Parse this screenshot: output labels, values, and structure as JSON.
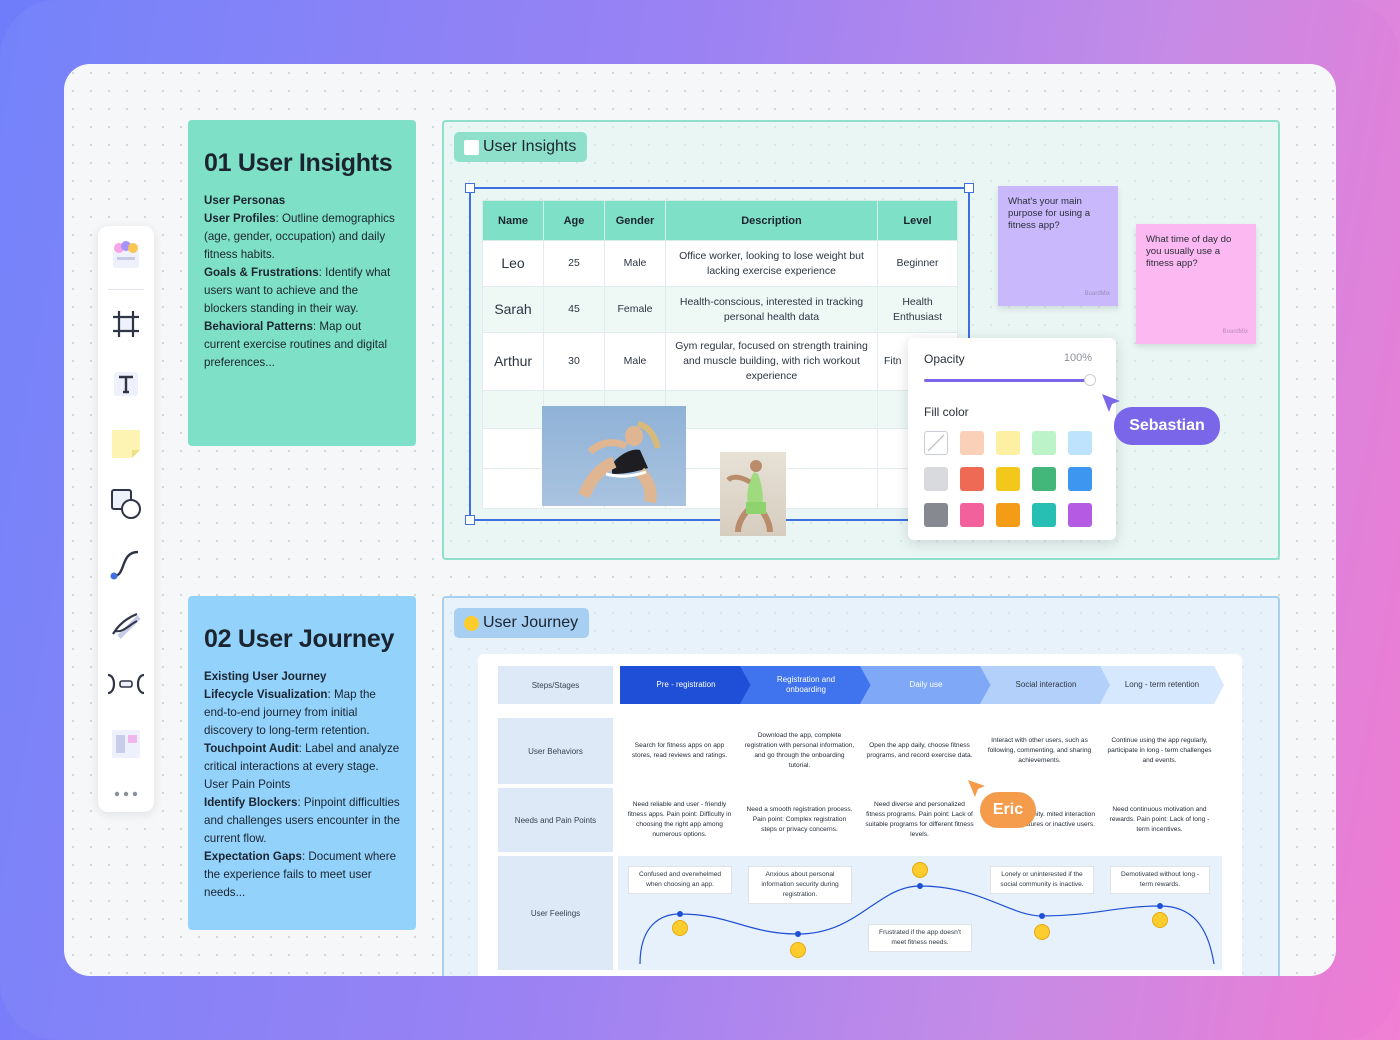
{
  "card1": {
    "title": "01 User Insights",
    "lines": [
      {
        "b": "User Personas",
        "t": ""
      },
      {
        "b": "User Profiles",
        "t": ": Outline demographics (age, gender, occupation) and daily fitness habits."
      },
      {
        "b": "Goals & Frustrations",
        "t": ": Identify what users want to achieve and the blockers standing in their way."
      },
      {
        "b": "Behavioral Patterns",
        "t": ": Map out current exercise routines and digital preferences..."
      }
    ]
  },
  "card2": {
    "title": "02 User Journey",
    "lines": [
      {
        "b": "Existing User Journey",
        "t": ""
      },
      {
        "b": "Lifecycle Visualization",
        "t": ": Map the end-to-end journey from initial discovery to long-term retention."
      },
      {
        "b": "Touchpoint Audit",
        "t": ": Label and analyze critical interactions at every stage."
      },
      {
        "b": "",
        "t": "User Pain Points"
      },
      {
        "b": "Identify Blockers",
        "t": ": Pinpoint difficulties and challenges users encounter in the current flow."
      },
      {
        "b": "Expectation Gaps",
        "t": ": Document where the experience fails to meet user needs..."
      }
    ]
  },
  "frame1": {
    "tag": "User Insights"
  },
  "frame2": {
    "tag": "User Journey"
  },
  "table": {
    "headers": [
      "Name",
      "Age",
      "Gender",
      "Description",
      "Level"
    ],
    "rows": [
      [
        "Leo",
        "25",
        "Male",
        "Office worker, looking to lose weight but lacking exercise experience",
        "Beginner"
      ],
      [
        "Sarah",
        "45",
        "Female",
        "Health-conscious, interested in tracking personal health data",
        "Health Enthusiast"
      ],
      [
        "Arthur",
        "30",
        "Male",
        "Gym regular, focused on strength training and muscle building, with rich workout experience",
        "Fitn"
      ]
    ]
  },
  "stickies": [
    {
      "text": "What's your main purpose for using a fitness app?",
      "brand": "BoardMix",
      "color": "#c9b8fb"
    },
    {
      "text": "What time of day do you usually use a fitness app?",
      "brand": "BoardMix",
      "color": "#fbb8f1"
    }
  ],
  "panel": {
    "opacity_label": "Opacity",
    "opacity_value": "100%",
    "opacity": 1.0,
    "fill_label": "Fill color",
    "swatches": [
      "none",
      "#fbd0b9",
      "#fdf0a3",
      "#bdf3c8",
      "#bde3fd",
      "#d9dadd",
      "#ef6a55",
      "#f2c81c",
      "#43b67a",
      "#3d97f0",
      "#868990",
      "#f2619c",
      "#f59c17",
      "#27bfb4",
      "#b55ae3"
    ]
  },
  "cursors": {
    "sebastian": {
      "name": "Sebastian",
      "color": "#7a66e8"
    },
    "eric": {
      "name": "Eric",
      "color": "#f59b4c"
    }
  },
  "journey": {
    "row_heads": [
      "Steps/Stages",
      "User Behaviors",
      "Needs and Pain Points",
      "User Feelings"
    ],
    "stages": [
      "Pre - registration",
      "Registration and onboarding",
      "Daily use",
      "Social interaction",
      "Long - term retention"
    ],
    "stage_colors": [
      "#1f4fd6",
      "#3f74ee",
      "#7fa9f6",
      "#b3d0fb",
      "#d6e8fd"
    ],
    "behaviors": [
      "Search for fitness apps on app stores, read reviews and ratings.",
      "Download the app, complete registration with personal information, and go through the onboarding tutorial.",
      "Open the app daily, choose fitness programs, and record exercise data.",
      "Interact with other users, such as following, commenting, and sharing achievements.",
      "Continue using the app regularly, participate in long - term challenges and events."
    ],
    "needs": [
      "Need reliable and user - friendly fitness apps. Pain point: Difficulty in choosing the right app among numerous options.",
      "Need a smooth registration process. Pain point: Complex registration steps or privacy concerns.",
      "Need diverse and personalized fitness programs. Pain point: Lack of suitable programs for different fitness levels.",
      "ocial community. mited interaction features or inactive users.",
      "Need continuous motivation and rewards. Pain point: Lack of long - term incentives."
    ],
    "feelings": [
      "Confused and overwhelmed when choosing an app.",
      "Anxious about personal information security during registration.",
      "Frustrated if the app doesn't meet fitness needs.",
      "Lonely or uninterested if the social community is inactive.",
      "Demotivated without long - term rewards."
    ]
  }
}
